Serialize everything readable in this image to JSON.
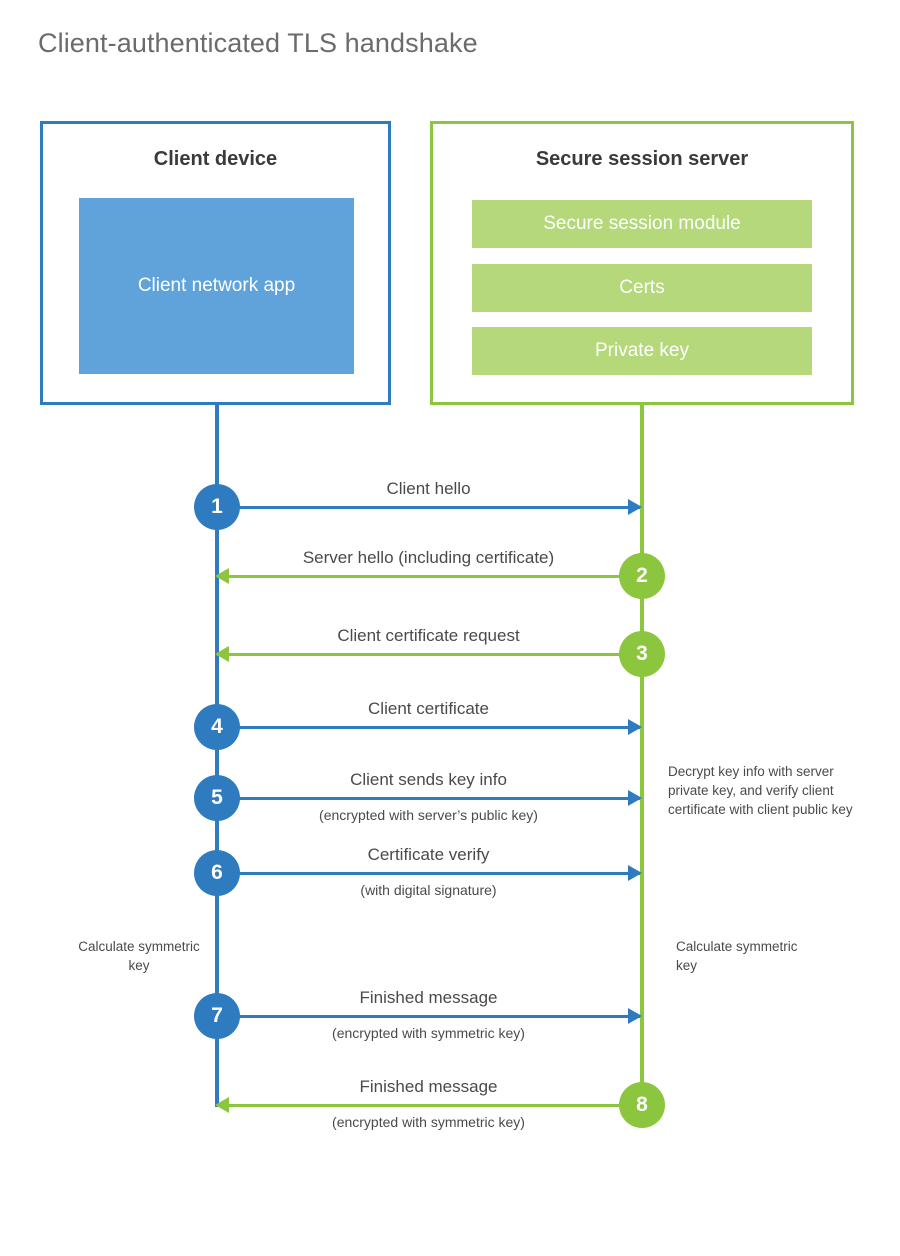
{
  "title": "Client-authenticated TLS handshake",
  "colors": {
    "client_blue": "#2e7cbf",
    "client_app_fill": "#60a3da",
    "server_green": "#8cc63e",
    "server_bar_fill": "#b5d87b",
    "text_gray": "#4a4a4a",
    "title_gray": "#6b6b6b"
  },
  "participants": {
    "client": {
      "title": "Client device",
      "block_label": "Client network app"
    },
    "server": {
      "title": "Secure session server",
      "bars": [
        "Secure session module",
        "Certs",
        "Private key"
      ]
    }
  },
  "messages": [
    {
      "number": "1",
      "label": "Client hello",
      "sublabel": "",
      "direction": "client-to-server"
    },
    {
      "number": "2",
      "label": "Server hello (including certificate)",
      "sublabel": "",
      "direction": "server-to-client"
    },
    {
      "number": "3",
      "label": "Client certificate request",
      "sublabel": "",
      "direction": "server-to-client"
    },
    {
      "number": "4",
      "label": "Client certificate",
      "sublabel": "",
      "direction": "client-to-server"
    },
    {
      "number": "5",
      "label": "Client sends key info",
      "sublabel": "(encrypted with server’s public key)",
      "direction": "client-to-server"
    },
    {
      "number": "6",
      "label": "Certificate verify",
      "sublabel": "(with digital signature)",
      "direction": "client-to-server"
    },
    {
      "number": "7",
      "label": "Finished message",
      "sublabel": "(encrypted with symmetric key)",
      "direction": "client-to-server"
    },
    {
      "number": "8",
      "label": "Finished message",
      "sublabel": "(encrypted with symmetric key)",
      "direction": "server-to-client"
    }
  ],
  "notes": {
    "server_decrypt": "Decrypt key info with server private key, and verify client certificate with client public key",
    "client_calculate": "Calculate symmetric key",
    "server_calculate": "Calculate symmetric key"
  }
}
